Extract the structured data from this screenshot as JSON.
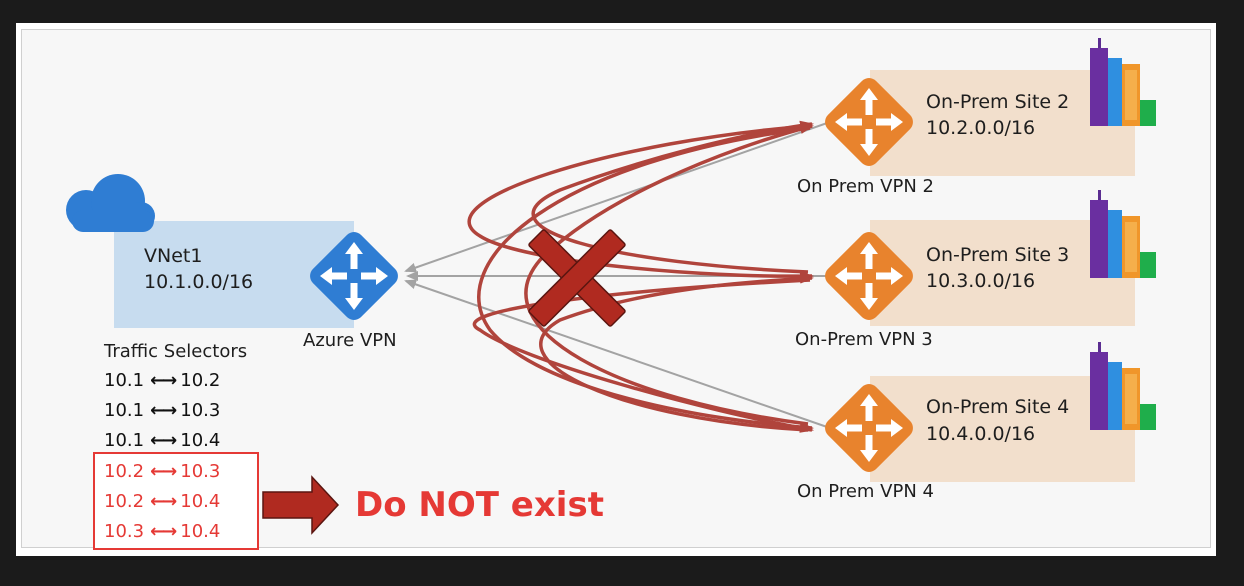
{
  "vnet": {
    "name": "VNet1",
    "cidr": "10.1.0.0/16"
  },
  "azure_vpn": {
    "label": "Azure VPN"
  },
  "traffic_selectors": {
    "title": "Traffic Selectors",
    "existing": [
      {
        "from": "10.1",
        "to": "10.2"
      },
      {
        "from": "10.1",
        "to": "10.3"
      },
      {
        "from": "10.1",
        "to": "10.4"
      }
    ],
    "missing": [
      {
        "from": "10.2",
        "to": "10.3"
      },
      {
        "from": "10.2",
        "to": "10.4"
      },
      {
        "from": "10.3",
        "to": "10.4"
      }
    ],
    "arrow_glyph": "←→",
    "missing_note": "Do NOT exist"
  },
  "sites": [
    {
      "name": "On-Prem Site 2",
      "cidr": "10.2.0.0/16",
      "vpn_label": "On Prem VPN 2"
    },
    {
      "name": "On-Prem Site 3",
      "cidr": "10.3.0.0/16",
      "vpn_label": "On-Prem VPN 3"
    },
    {
      "name": "On-Prem Site 4",
      "cidr": "10.4.0.0/16",
      "vpn_label": "On Prem VPN 4"
    }
  ],
  "colors": {
    "vnet_fill": "#c7dcef",
    "cloud": "#2f7dd3",
    "azure_gateway": "#2f7dd3",
    "onprem_gateway": "#e8832d",
    "site_fill": "#f2dfcc",
    "tunnel": "#b0443c",
    "blocked_x": "#b02a20",
    "missing_red": "#e53935",
    "gray_arrow": "#a3a3a3"
  },
  "icons": [
    "cloud-icon",
    "azure-vpn-gateway-icon",
    "onprem-vpn-gateway-icon",
    "building-icon",
    "blocked-x-icon",
    "right-arrow-icon"
  ]
}
